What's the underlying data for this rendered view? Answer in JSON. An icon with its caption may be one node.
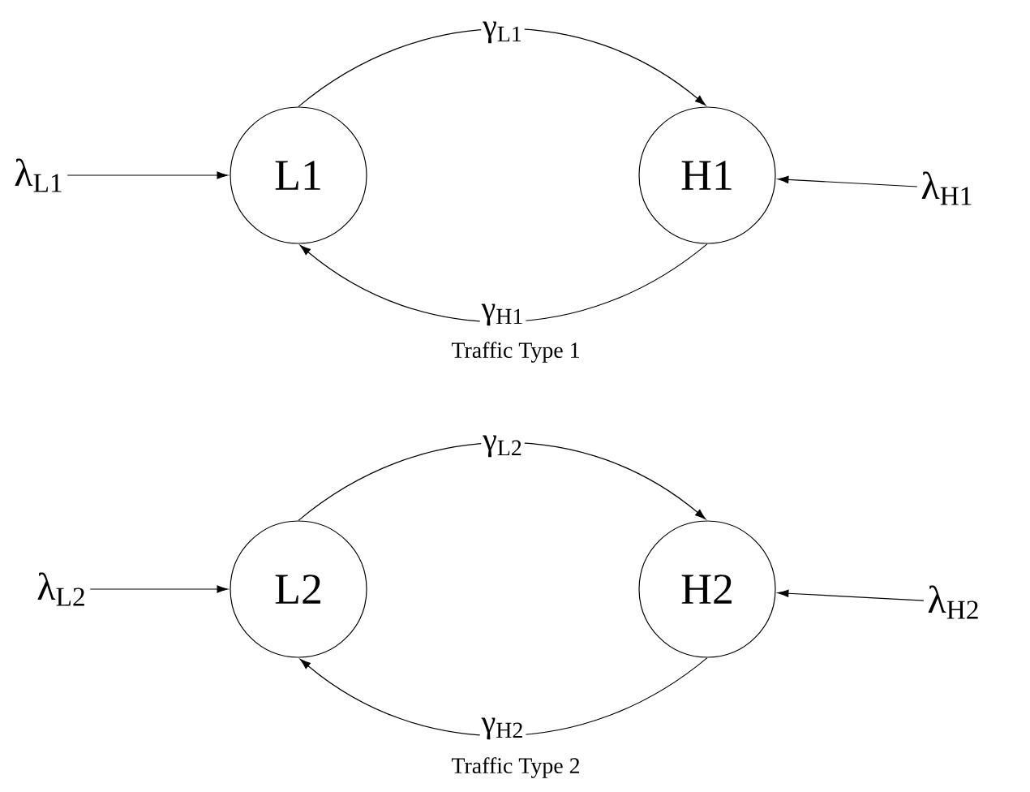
{
  "diagram": {
    "nodes": [
      {
        "text": [
          "λ$_{L1}$"
        ]
      },
      {
        "text": [
          "L1"
        ]
      },
      {
        "text": [
          "H1"
        ]
      },
      {
        "text": [
          "λ$_{H1}$"
        ]
      },
      {
        "text": [
          "λ$_{L2}$"
        ]
      },
      {
        "text": [
          "L2"
        ]
      },
      {
        "text": [
          "H2"
        ]
      },
      {
        "text": [
          "λ$_{H2}$"
        ]
      }
    ],
    "edges": [
      {
        "from": 0,
        "to": 1,
        "arrow": "to"
      },
      {
        "from": 1,
        "to": 2,
        "arrow": "to",
        "label": "γ$_{L1}$"
      },
      {
        "from": 2,
        "to": 1,
        "arrow": "to",
        "label": "γ$_{H1}$"
      },
      {
        "from": 3,
        "to": 2,
        "arrow": "to"
      },
      {
        "from": 4,
        "to": 5,
        "arrow": "to"
      },
      {
        "from": 5,
        "to": 6,
        "arrow": "to",
        "label": "γ$_{L2}$"
      },
      {
        "from": 6,
        "to": 5,
        "arrow": "to",
        "label": "γ$_{H2}$"
      },
      {
        "from": 7,
        "to": 6,
        "arrow": "to"
      }
    ],
    "labels": [
      "Traffic Type 1",
      "Traffic Type 2"
    ]
  }
}
